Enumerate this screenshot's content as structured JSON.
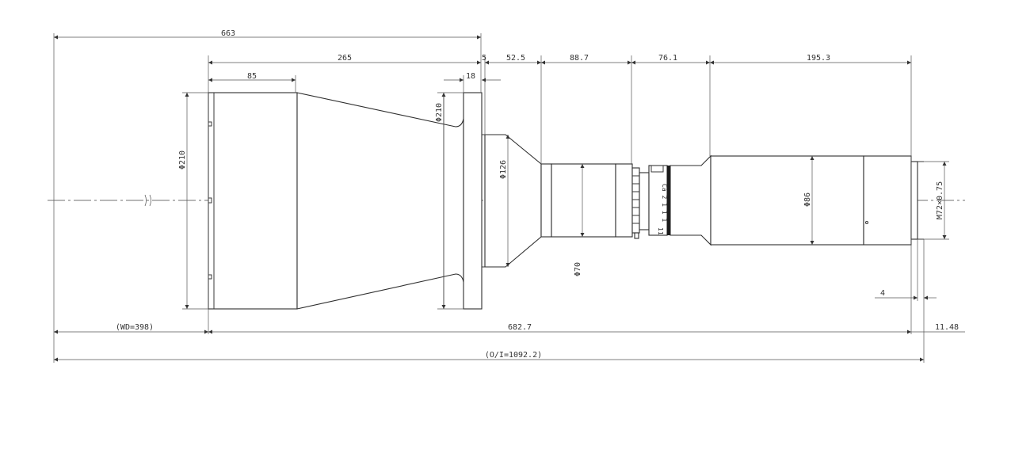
{
  "dimensions": {
    "total_663": "663",
    "body_265": "265",
    "front_85": "85",
    "flange_18": "18",
    "gap_5": "5",
    "seg_52_5": "52.5",
    "seg_88_7": "88.7",
    "seg_76_1": "76.1",
    "seg_195_3": "195.3",
    "dia_front": "Φ210",
    "dia_flange": "Φ210",
    "dia_126": "Φ126",
    "dia_70": "Φ70",
    "dia_86": "Φ86",
    "thread": "M72×0.75",
    "thread_4": "4",
    "wd": "(WD=398)",
    "length_682_7": "682.7",
    "end_11_48": "11.48",
    "oi": "(O/I=1092.2)"
  },
  "engravings": {
    "lens_marks": "Ca 2 1 1 1",
    "ring_mark": "11"
  }
}
